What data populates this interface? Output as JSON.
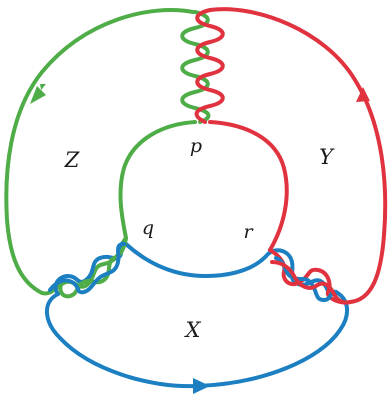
{
  "colors": {
    "green": "#4fad47",
    "red": "#e0333f",
    "blue": "#1b7fc2"
  },
  "labels": {
    "Z": "Z",
    "Y": "Y",
    "X": "X",
    "p": "p",
    "q": "q",
    "r": "r"
  }
}
